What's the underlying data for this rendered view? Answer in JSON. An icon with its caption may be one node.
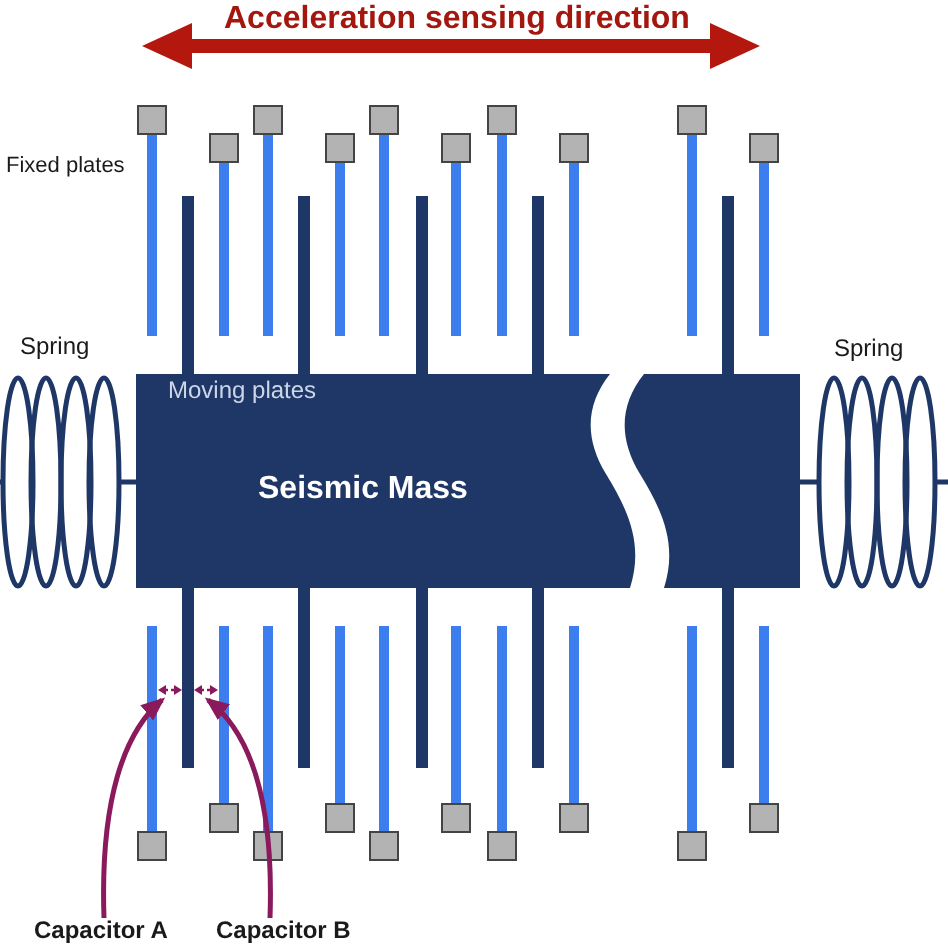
{
  "diagram": {
    "nodes": [
      {
        "text": [
          "Moving plates",
          "Seismic Mass"
        ]
      },
      {
        "text": [
          "Capacitor A"
        ]
      },
      {
        "text": [
          "Capacitor B"
        ]
      }
    ],
    "edges": [
      {
        "from": 1,
        "to": null,
        "arrow": "to"
      },
      {
        "from": 2,
        "to": null,
        "arrow": "to"
      }
    ],
    "labels": [
      "Acceleration sensing direction",
      "Fixed plates",
      "Spring",
      "Spring"
    ]
  }
}
